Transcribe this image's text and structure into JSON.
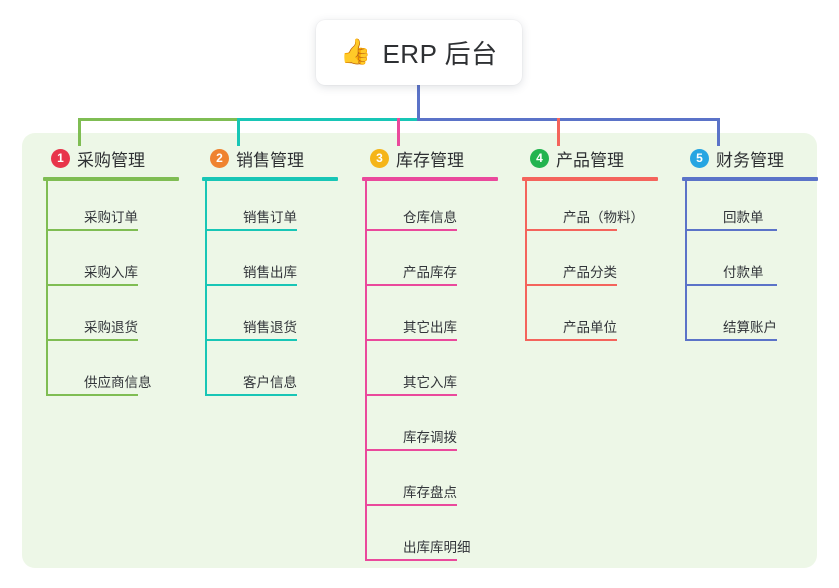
{
  "root": {
    "emoji_icon": "thumbs-up-icon",
    "emoji_glyph": "👍",
    "title": "ERP 后台"
  },
  "panel": {
    "background_color": "#edf7e7"
  },
  "columns": [
    {
      "number": "1",
      "title": "采购管理",
      "badge_color": "#e8354b",
      "line_color": "#7fbd53",
      "items": [
        "采购订单",
        "采购入库",
        "采购退货",
        "供应商信息"
      ]
    },
    {
      "number": "2",
      "title": "销售管理",
      "badge_color": "#ef8330",
      "line_color": "#18c6b6",
      "items": [
        "销售订单",
        "销售出库",
        "销售退货",
        "客户信息"
      ]
    },
    {
      "number": "3",
      "title": "库存管理",
      "badge_color": "#f5b519",
      "line_color": "#ea499c",
      "items": [
        "仓库信息",
        "产品库存",
        "其它出库",
        "其它入库",
        "库存调拨",
        "库存盘点",
        "出库库明细"
      ]
    },
    {
      "number": "4",
      "title": "产品管理",
      "badge_color": "#22b44f",
      "line_color": "#f4645c",
      "items": [
        "产品（物料）",
        "产品分类",
        "产品单位"
      ]
    },
    {
      "number": "5",
      "title": "财务管理",
      "badge_color": "#26a5e2",
      "line_color": "#5b73c8",
      "items": [
        "回款单",
        "付款单",
        "结算账户"
      ]
    }
  ]
}
